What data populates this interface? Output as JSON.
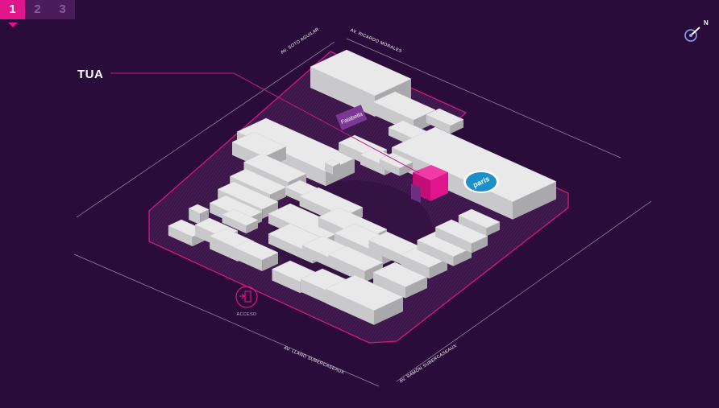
{
  "floor_selector": {
    "tabs": [
      {
        "label": "1",
        "active": true
      },
      {
        "label": "2",
        "active": false
      },
      {
        "label": "3",
        "active": false
      }
    ]
  },
  "highlight_store": {
    "label": "TUA",
    "color": "#e0158c"
  },
  "streets": {
    "north_west": "AV. SOTO AGUILAR",
    "north_east": "AV. RICARDO MORALES",
    "south_west": "AV. LLANO SUBERCASEAUX",
    "south_east": "AV. RAMÓN SUBERCASEAUX"
  },
  "anchors": {
    "left_brand": "Falabella",
    "right_brand": "paris"
  },
  "access": {
    "label": "ACCESO",
    "icon": "entrance-door-icon"
  },
  "compass": {
    "letter": "N",
    "icon": "compass-icon"
  },
  "colors": {
    "background": "#290c3a",
    "footprint": "#3a1747",
    "outline": "#d8177f",
    "building_top": "#e9e9ea",
    "building_left": "#c9c9cb",
    "building_right": "#a9a9ac",
    "highlight": "#e0158c",
    "left_brand_badge": "#7a3794",
    "right_brand_badge": "#1d8fc9"
  }
}
